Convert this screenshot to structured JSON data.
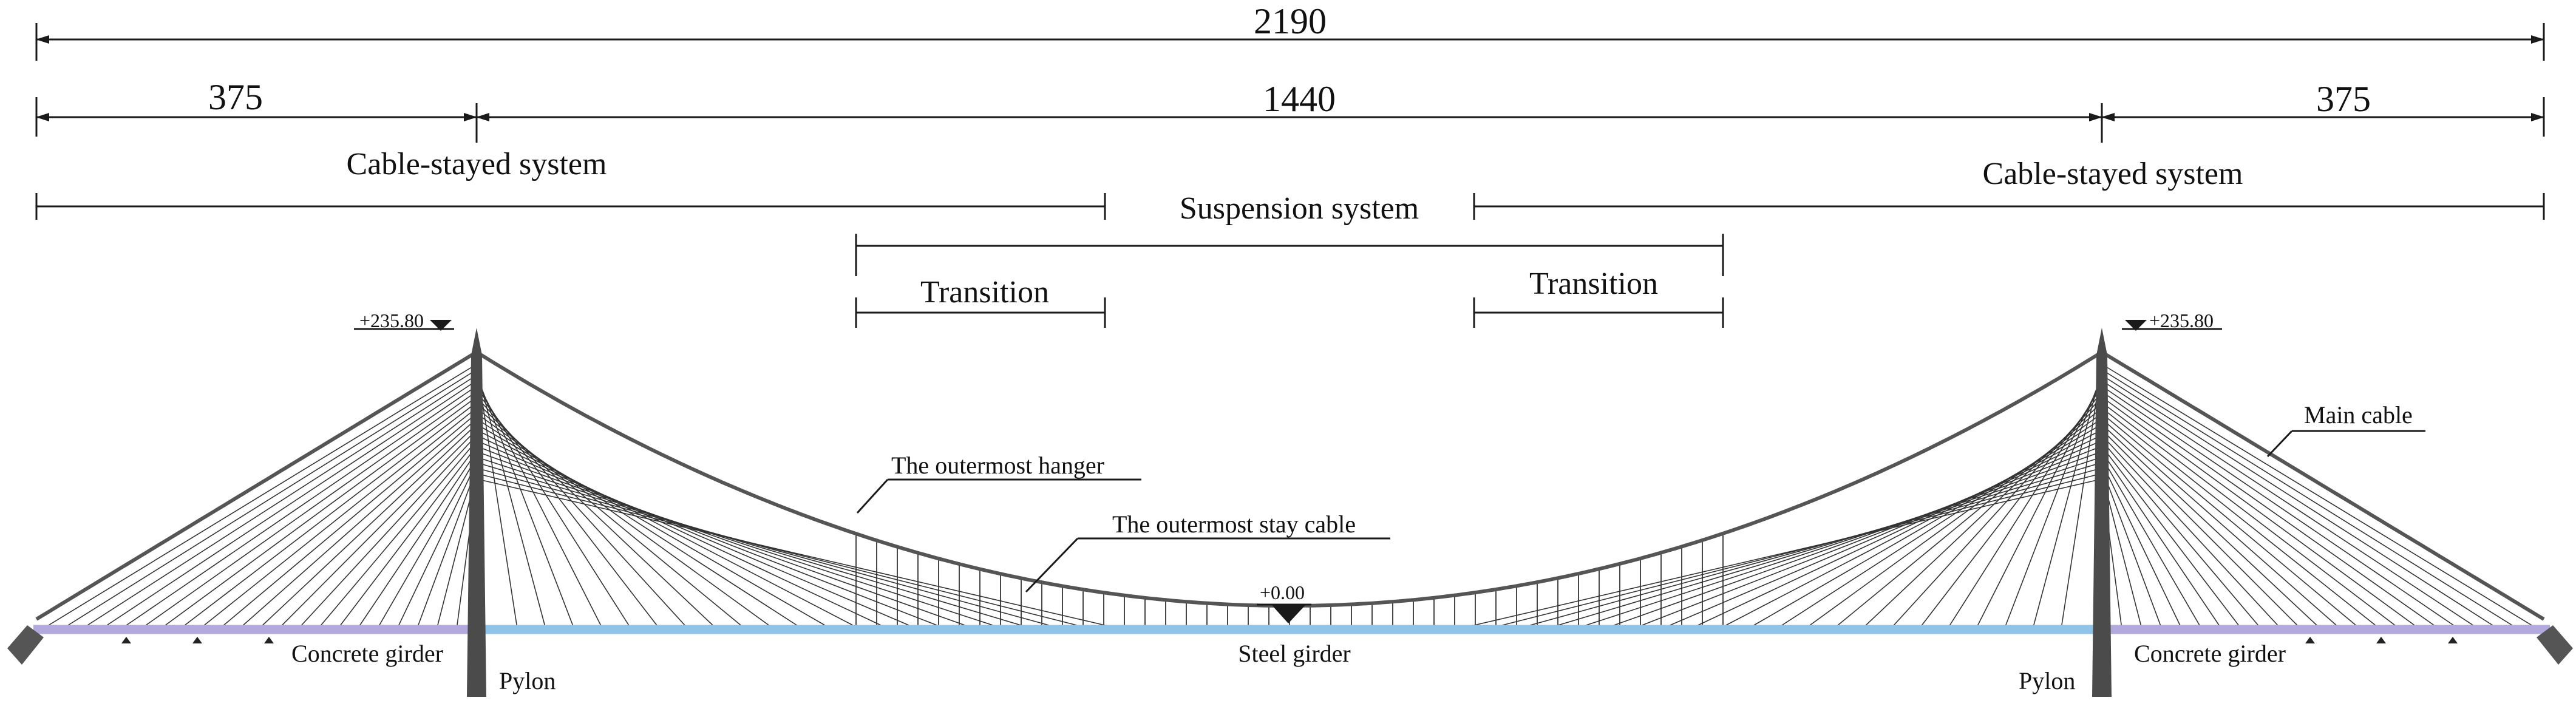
{
  "dimensions": {
    "total": "2190",
    "left_side": "375",
    "main": "1440",
    "right_side": "375"
  },
  "systems": {
    "cable_stayed_left": "Cable-stayed system",
    "suspension": "Suspension system",
    "cable_stayed_right": "Cable-stayed system",
    "transition_left": "Transition",
    "transition_right": "Transition"
  },
  "elevations": {
    "left_pylon_top": "+235.80",
    "right_pylon_top": "+235.80",
    "midspan": "+0.00"
  },
  "labels": {
    "outermost_hanger": "The outermost hanger",
    "outermost_stay_cable": "The outermost stay cable",
    "main_cable": "Main cable",
    "concrete_girder_left": "Concrete girder",
    "steel_girder": "Steel girder",
    "concrete_girder_right": "Concrete girder",
    "pylon_left": "Pylon",
    "pylon_right": "Pylon"
  },
  "colors": {
    "steel_girder": "#8fc4e8",
    "concrete_girder": "#b3a9dd",
    "pylon": "#4b4b4b",
    "cable": "#333333"
  }
}
